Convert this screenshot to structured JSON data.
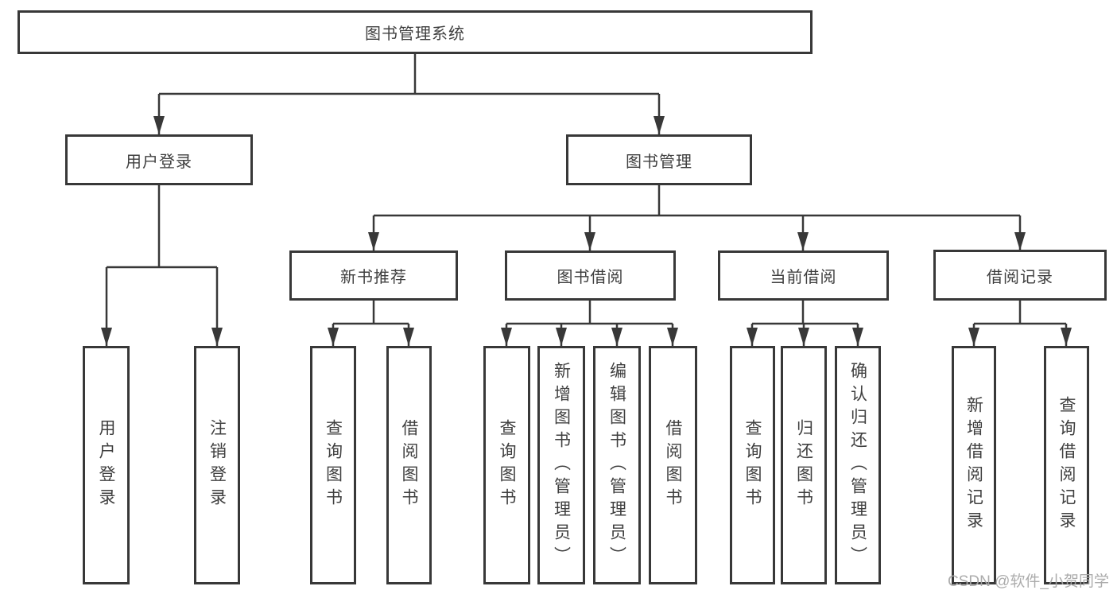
{
  "colors": {
    "line": "#383838",
    "box_border": "#383838",
    "text": "#3f3f3f",
    "background": "#ffffff",
    "watermark": "#a8a8a8"
  },
  "root": {
    "label": "图书管理系统"
  },
  "level2": {
    "user_login": {
      "label": "用户登录"
    },
    "book_management": {
      "label": "图书管理"
    }
  },
  "level3": {
    "new_book_recommend": {
      "label": "新书推荐"
    },
    "book_borrow": {
      "label": "图书借阅"
    },
    "current_borrow": {
      "label": "当前借阅"
    },
    "borrow_records": {
      "label": "借阅记录"
    }
  },
  "leaves": {
    "user_login": {
      "label": "用户登录"
    },
    "logout": {
      "label": "注销登录"
    },
    "recommend_query_books": {
      "label": "查询图书"
    },
    "recommend_borrow_books": {
      "label": "借阅图书"
    },
    "borrow_query_books": {
      "label": "查询图书"
    },
    "borrow_add_books": {
      "label": "新增图书（管理员）"
    },
    "borrow_edit_books": {
      "label": "编辑图书（管理员）"
    },
    "borrow_borrow_books": {
      "label": "借阅图书"
    },
    "current_query_books": {
      "label": "查询图书"
    },
    "current_return_books": {
      "label": "归还图书"
    },
    "current_confirm_return": {
      "label": "确认归还（管理员）"
    },
    "records_add_record": {
      "label": "新增借阅记录"
    },
    "records_query_record": {
      "label": "查询借阅记录"
    }
  },
  "watermark": {
    "text": "CSDN @软件_小贺同学"
  }
}
